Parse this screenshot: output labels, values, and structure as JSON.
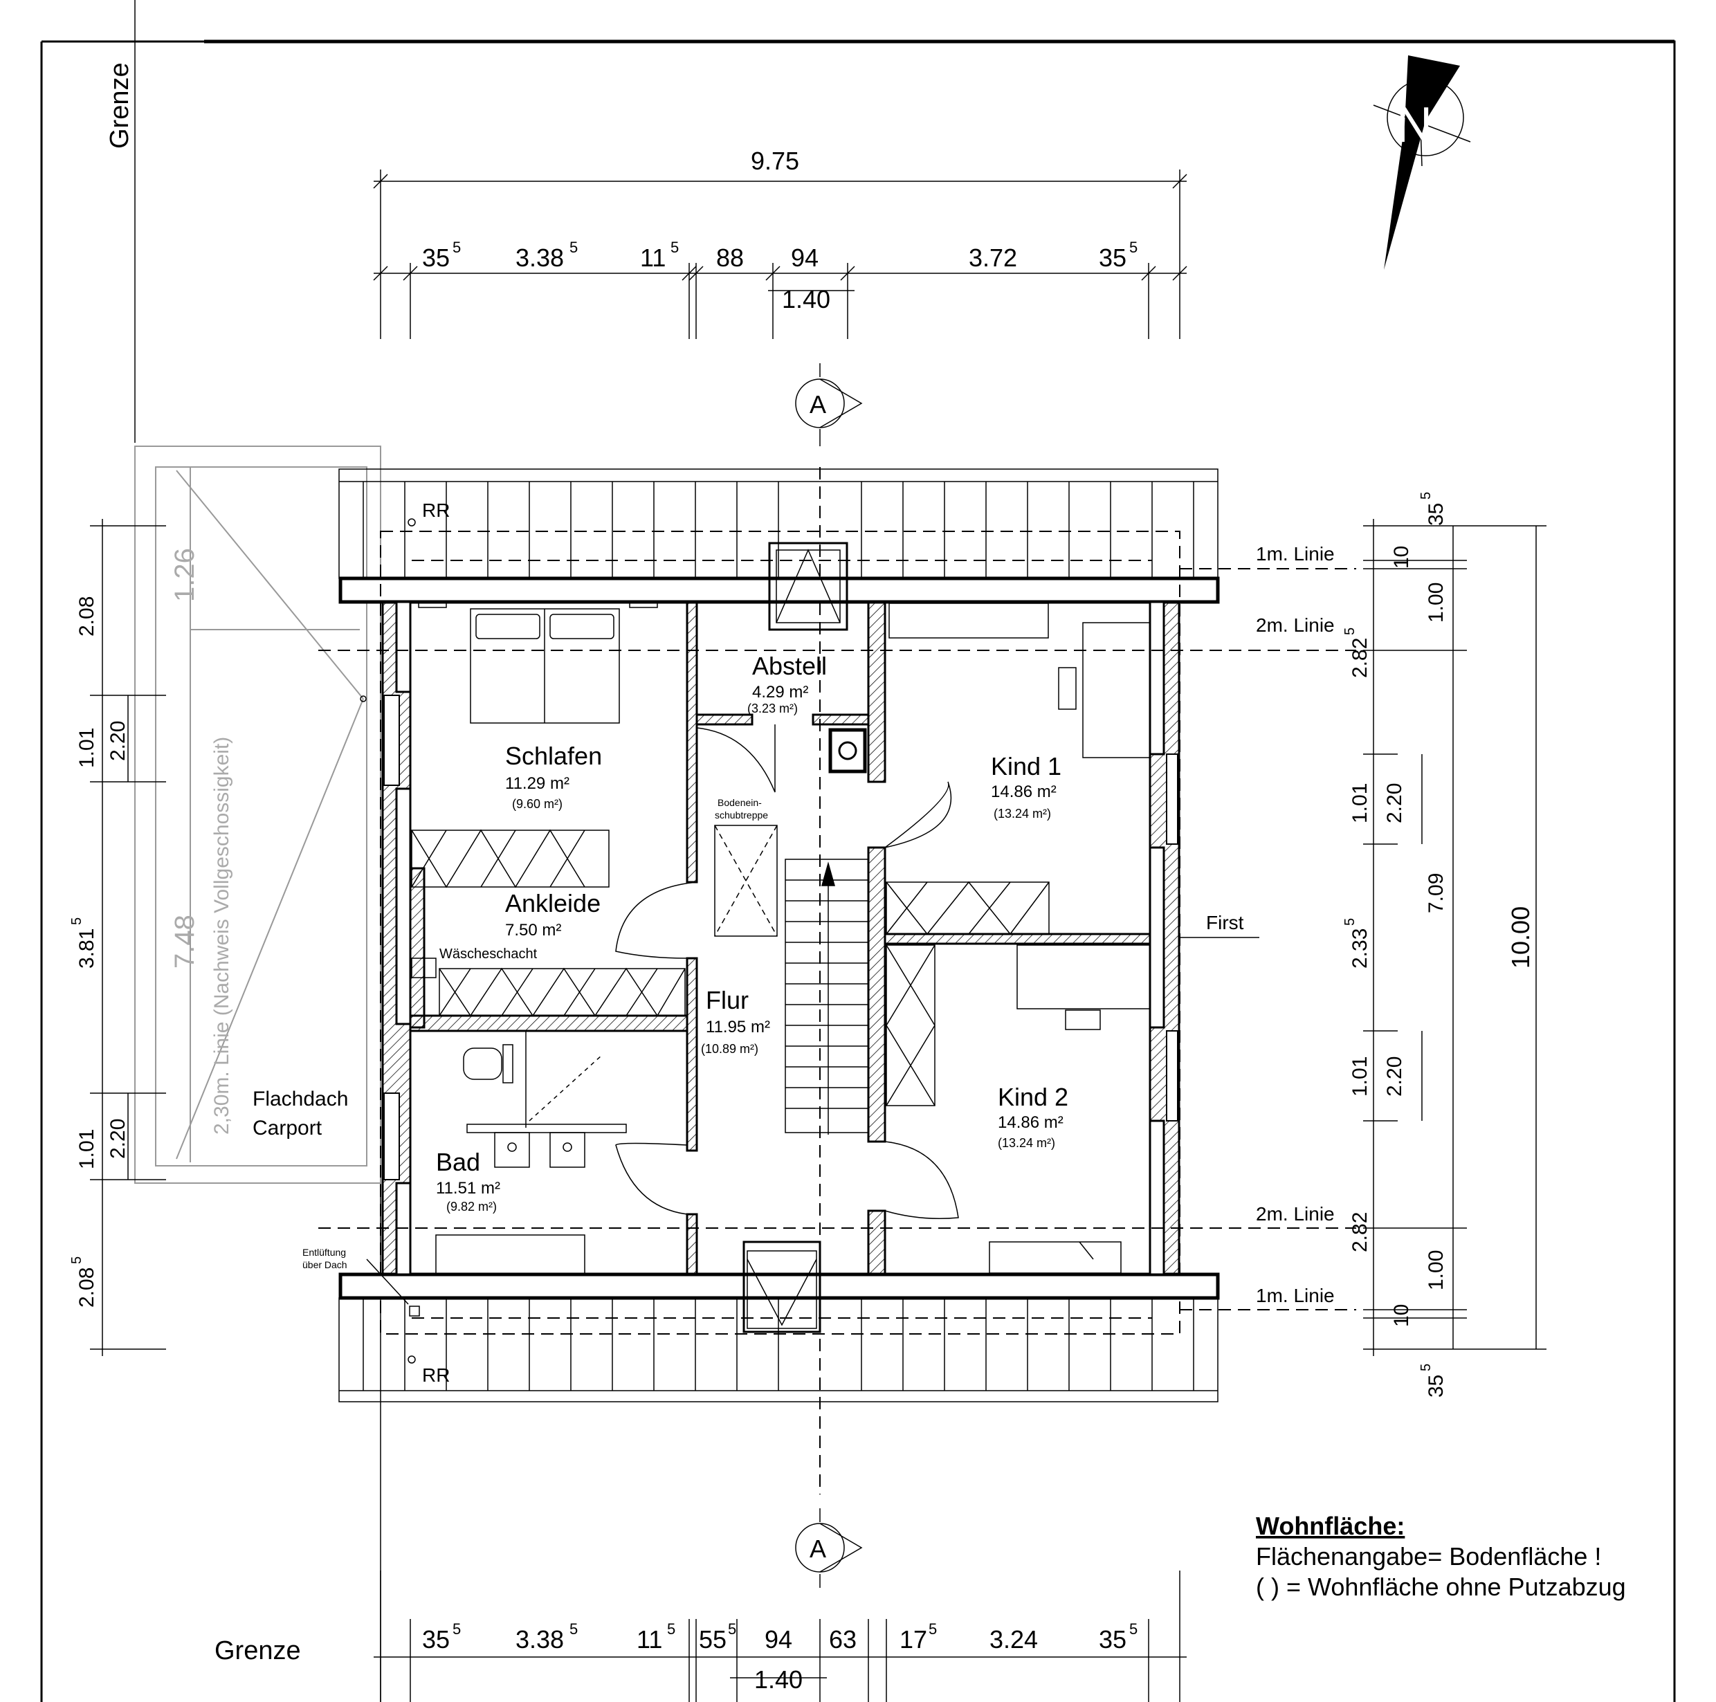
{
  "labels": {
    "grenze_top": "Grenze",
    "grenze_bottom": "Grenze",
    "north": "N",
    "section_top": "A",
    "section_bottom": "A",
    "rr_top": "RR",
    "rr_bottom": "RR",
    "first": "First",
    "linie_1m_top": "1m. Linie",
    "linie_2m_top": "2m. Linie",
    "linie_2m_bottom": "2m. Linie",
    "linie_1m_bottom": "1m. Linie",
    "carport_line1": "Flachdach",
    "carport_line2": "Carport",
    "carport_dim1": "1.26",
    "carport_dim2": "7.48",
    "carport_note": "2,30m. Linie (Nachweis Vollgeschossigkeit)",
    "bodeneinschub1": "Bodenein-",
    "bodeneinschub2": "schubtreppe",
    "waescheschacht": "Wäscheschacht",
    "entlueftung1": "Entlüftung",
    "entlueftung2": "über Dach"
  },
  "rooms": {
    "schlafen": {
      "name": "Schlafen",
      "area": "11.29 m²",
      "net": "(9.60 m²)"
    },
    "abstell": {
      "name": "Abstell",
      "area": "4.29 m²",
      "net": "(3.23 m²)"
    },
    "kind1": {
      "name": "Kind 1",
      "area": "14.86 m²",
      "net": "(13.24 m²)"
    },
    "ankleide": {
      "name": "Ankleide",
      "area": "7.50 m²"
    },
    "flur": {
      "name": "Flur",
      "area": "11.95 m²",
      "net": "(10.89 m²)"
    },
    "kind2": {
      "name": "Kind 2",
      "area": "14.86 m²",
      "net": "(13.24 m²)"
    },
    "bad": {
      "name": "Bad",
      "area": "11.51 m²",
      "net": "(9.82 m²)"
    }
  },
  "dims_top": {
    "overall": "9.75",
    "d1": "35",
    "d1s": "5",
    "d2": "3.38",
    "d2s": "5",
    "d3": "11",
    "d3s": "5",
    "d4": "88",
    "d5": "94",
    "d6": "3.72",
    "d7": "35",
    "d7s": "5",
    "sub": "1.40"
  },
  "dims_bottom": {
    "d1": "35",
    "d1s": "5",
    "d2": "3.38",
    "d2s": "5",
    "d3": "11",
    "d3s": "5",
    "d4": "55",
    "d4s": "5",
    "d5": "94",
    "d6": "63",
    "d7": "17",
    "d7s": "5",
    "d8": "3.24",
    "d9": "35",
    "d9s": "5",
    "sub": "1.40"
  },
  "dims_left": {
    "a1": "2.08",
    "a2": "1.01",
    "a3": "2.20",
    "a4": "3.81",
    "a4s": "5",
    "a5": "1.01",
    "a6": "2.20",
    "a7": "2.08",
    "a7s": "5"
  },
  "dims_right": {
    "r1": "35",
    "r1s": "5",
    "r2": "10",
    "r3": "1.00",
    "r4": "2.82",
    "r4s": "5",
    "r5": "1.01",
    "r6": "2.20",
    "r7": "2.33",
    "r7s": "5",
    "r8": "7.09",
    "r9": "1.01",
    "r10": "2.20",
    "r11": "2.82",
    "r12": "1.00",
    "r13": "10",
    "r14": "35",
    "r14s": "5",
    "overall": "10.00"
  },
  "legend": {
    "title": "Wohnfläche:",
    "line1": "Flächenangabe= Bodenfläche !",
    "line2": "( ) = Wohnfläche ohne Putzabzug"
  }
}
